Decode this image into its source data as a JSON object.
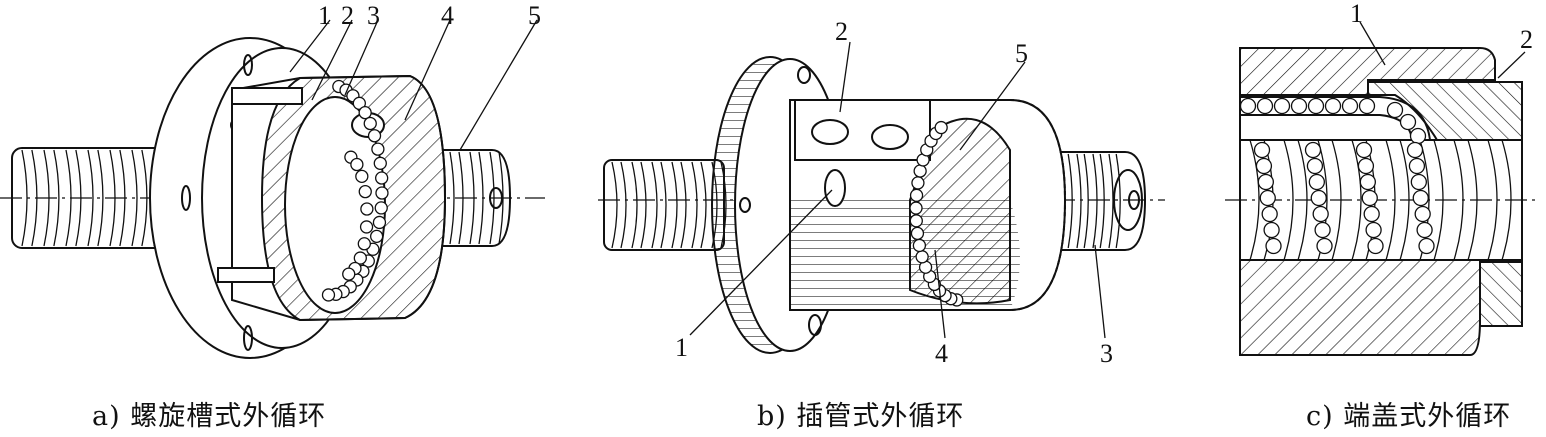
{
  "panels": [
    {
      "id": "a",
      "caption": "a) 螺旋槽式外循环",
      "callouts": [
        "1",
        "2",
        "3",
        "4",
        "5"
      ]
    },
    {
      "id": "b",
      "caption": "b) 插管式外循环",
      "callouts": [
        "1",
        "2",
        "3",
        "4",
        "5"
      ]
    },
    {
      "id": "c",
      "caption": "c) 端盖式外循环",
      "callouts": [
        "1",
        "2"
      ]
    }
  ]
}
